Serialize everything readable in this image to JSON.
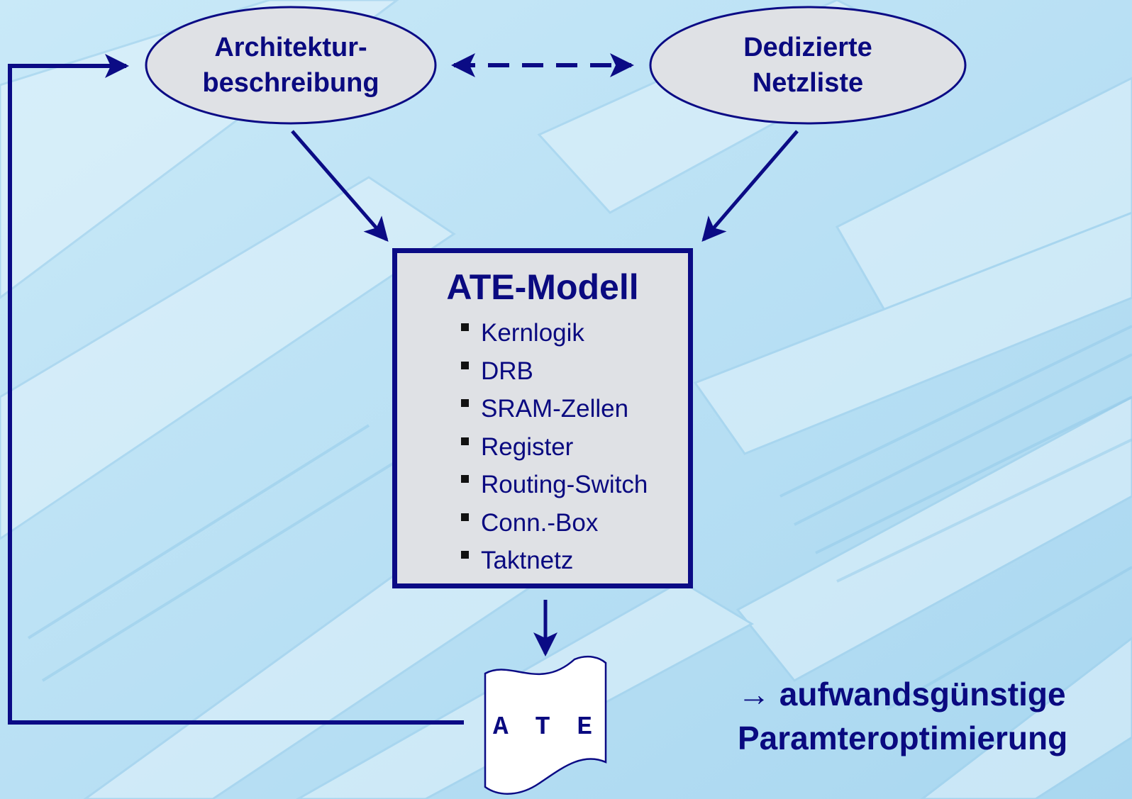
{
  "diagram": {
    "node_arch": {
      "line1": "Architektur-",
      "line2": "beschreibung"
    },
    "node_netlist": {
      "line1": "Dedizierte",
      "line2": "Netzliste"
    },
    "model": {
      "title": "ATE-Modell",
      "items": [
        "Kernlogik",
        "DRB",
        "SRAM-Zellen",
        "Register",
        "Routing-Switch",
        "Conn.-Box",
        "Taktnetz"
      ]
    },
    "output_doc": "A T E",
    "conclusion": {
      "line1": "→ aufwandsgünstige",
      "line2": "Paramteroptimierung"
    }
  },
  "colors": {
    "accent": "#0b0b85",
    "node_fill": "#dfe1e5",
    "background": "#bfe3f5"
  }
}
